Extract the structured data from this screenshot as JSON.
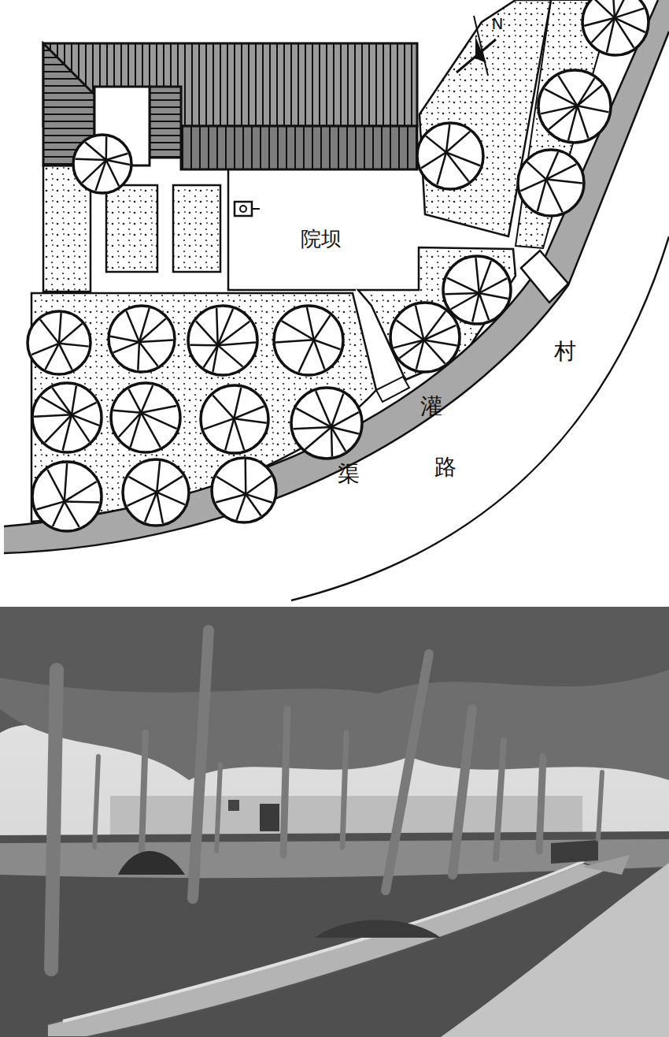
{
  "diagram": {
    "labels": [
      "N",
      "院坝",
      "灌",
      "渠",
      "村",
      "路"
    ]
  }
}
